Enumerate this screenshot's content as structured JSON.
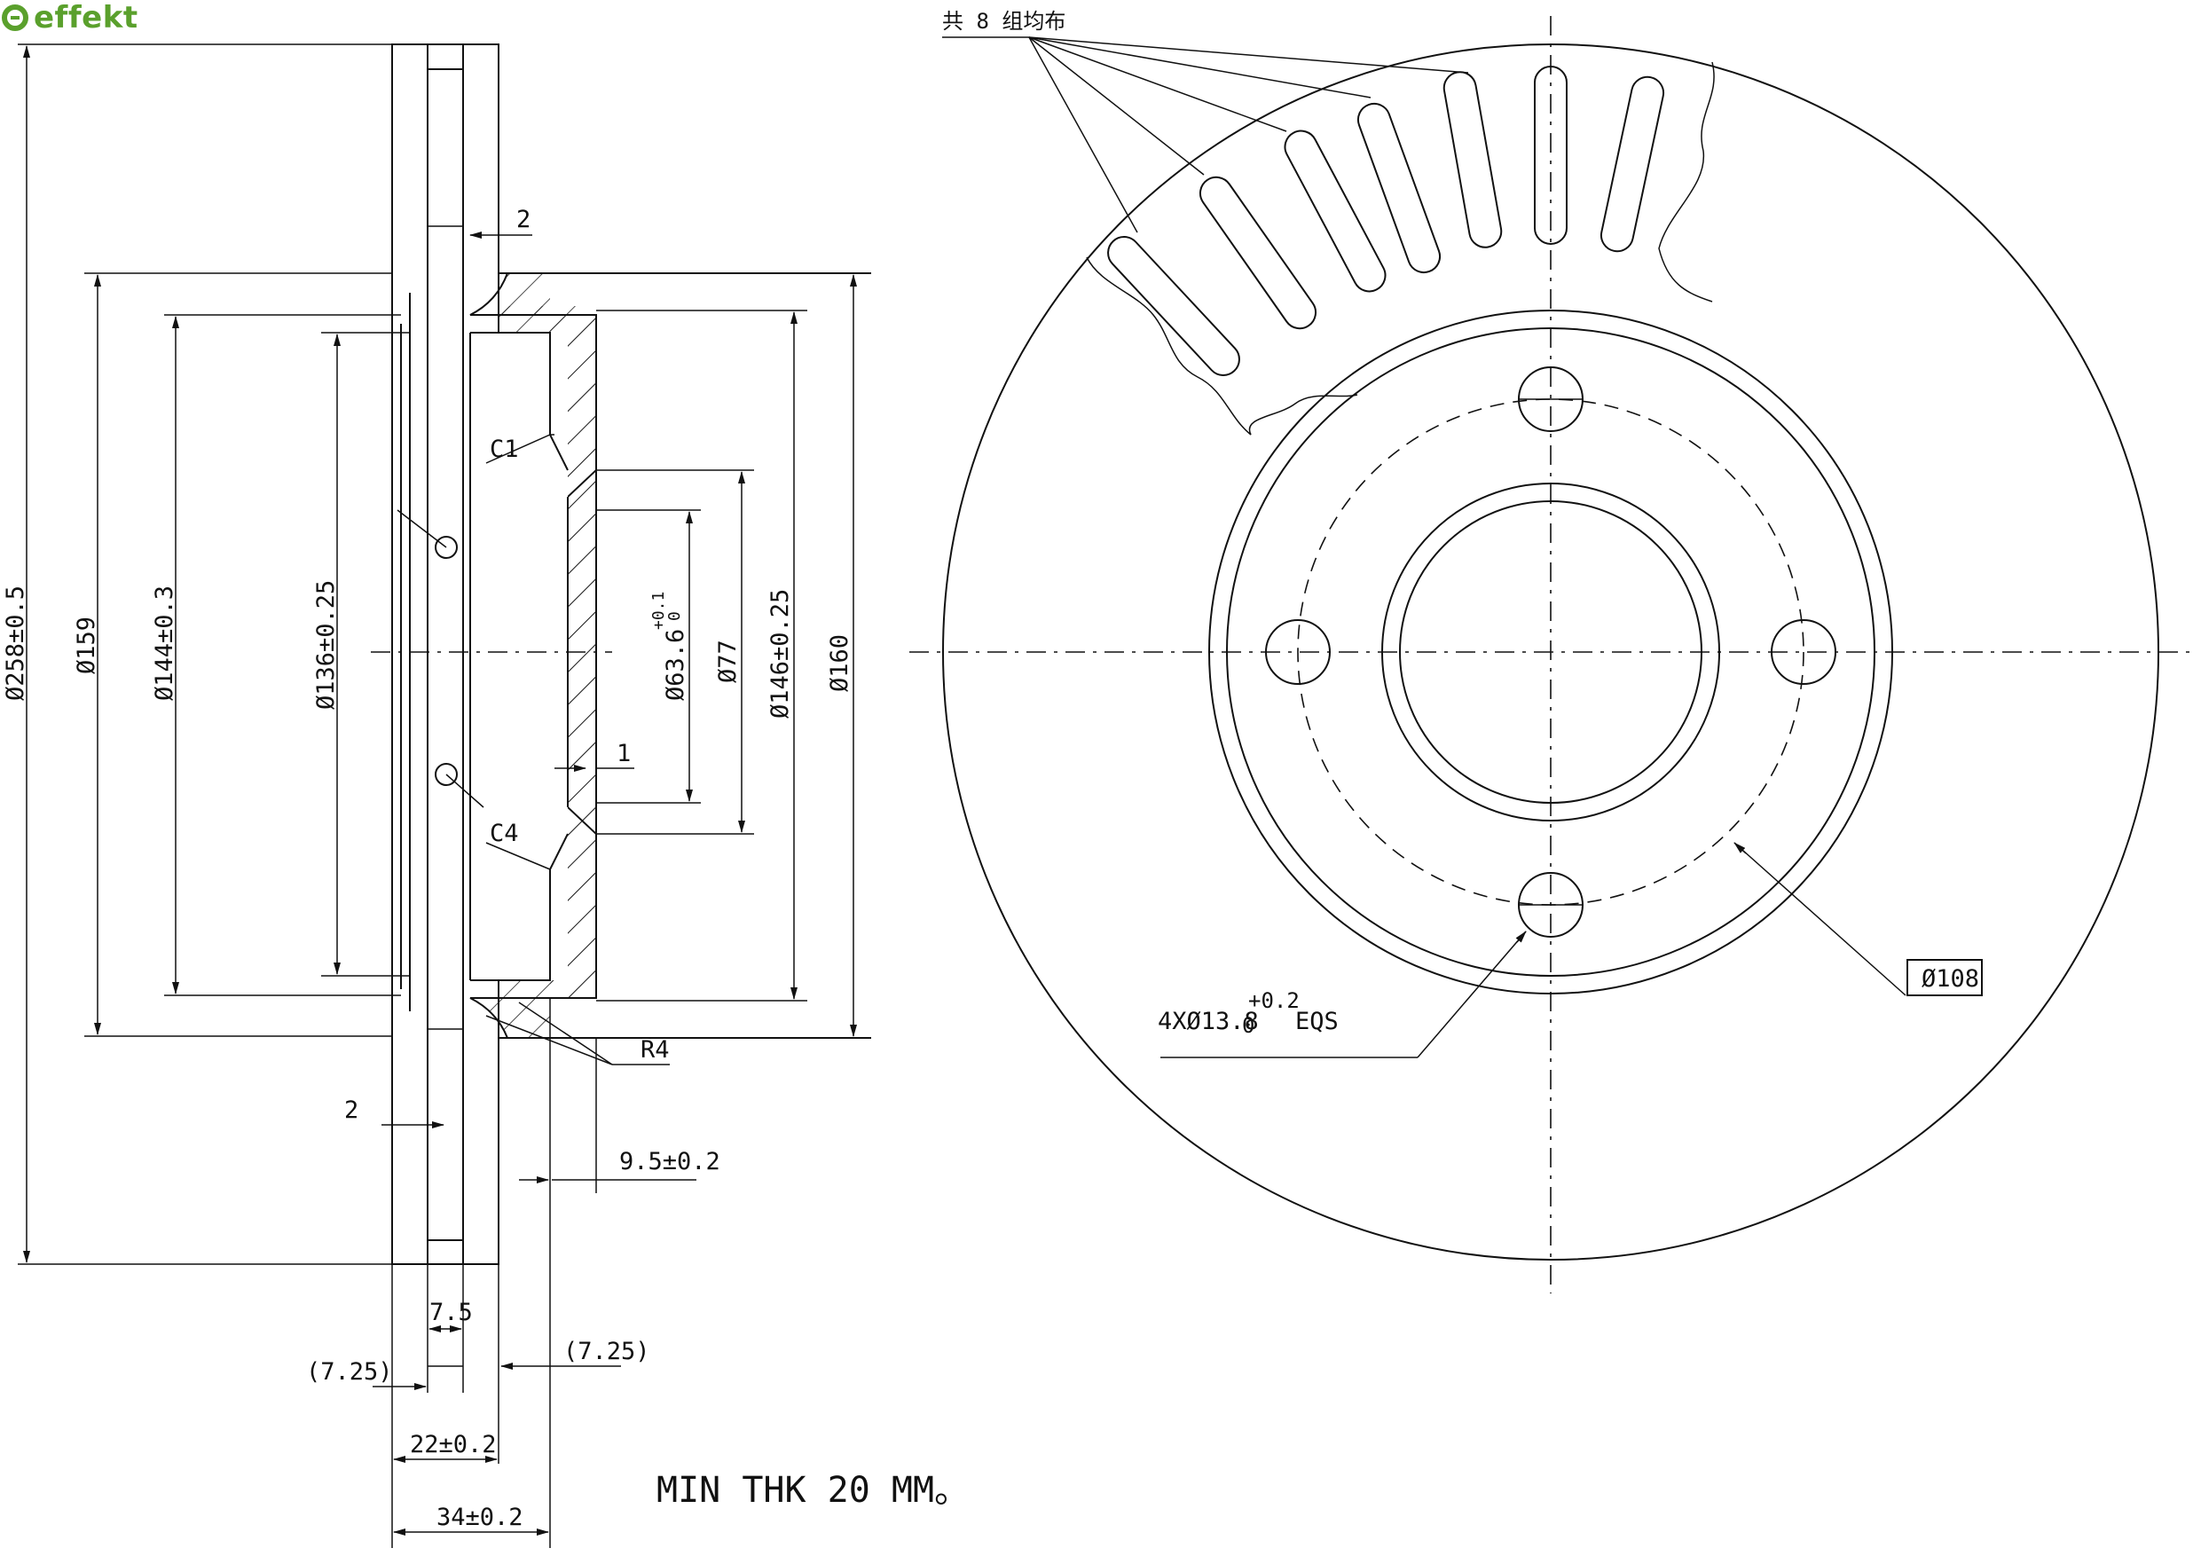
{
  "brand": {
    "name": "effekt",
    "color": "#5aa02c"
  },
  "drawing": {
    "line_color": "#111111",
    "section_dims": {
      "outer_diameter": "Ø258±0.5",
      "d159": "Ø159",
      "d144": "Ø144±0.3",
      "d136": "Ø136±0.25",
      "bore": "Ø63.6",
      "bore_tol_upper": "+0.1",
      "bore_tol_lower": "0",
      "d77": "Ø77",
      "d146": "Ø146±0.25",
      "d160": "Ø160",
      "chamfer_c1": "C1",
      "chamfer_c4": "C4",
      "radius_r4": "R4",
      "gap_top": "2",
      "gap_bottom": "2",
      "step_one": "1",
      "hub_offset": "9.5±0.2",
      "vane_width": "7.5",
      "cheek_left": "(7.25)",
      "cheek_right": "(7.25)",
      "disc_thickness": "22±0.2",
      "total_height": "34±0.2"
    },
    "min_thickness_note": "MIN THK 20 MM。",
    "front_view": {
      "vanes_note": "共 8 组均布",
      "pcd": "Ø108",
      "holes_prefix": "4XØ13.8",
      "holes_tol_upper": "+0.2",
      "holes_tol_lower": "0",
      "holes_suffix": "EQS"
    }
  }
}
